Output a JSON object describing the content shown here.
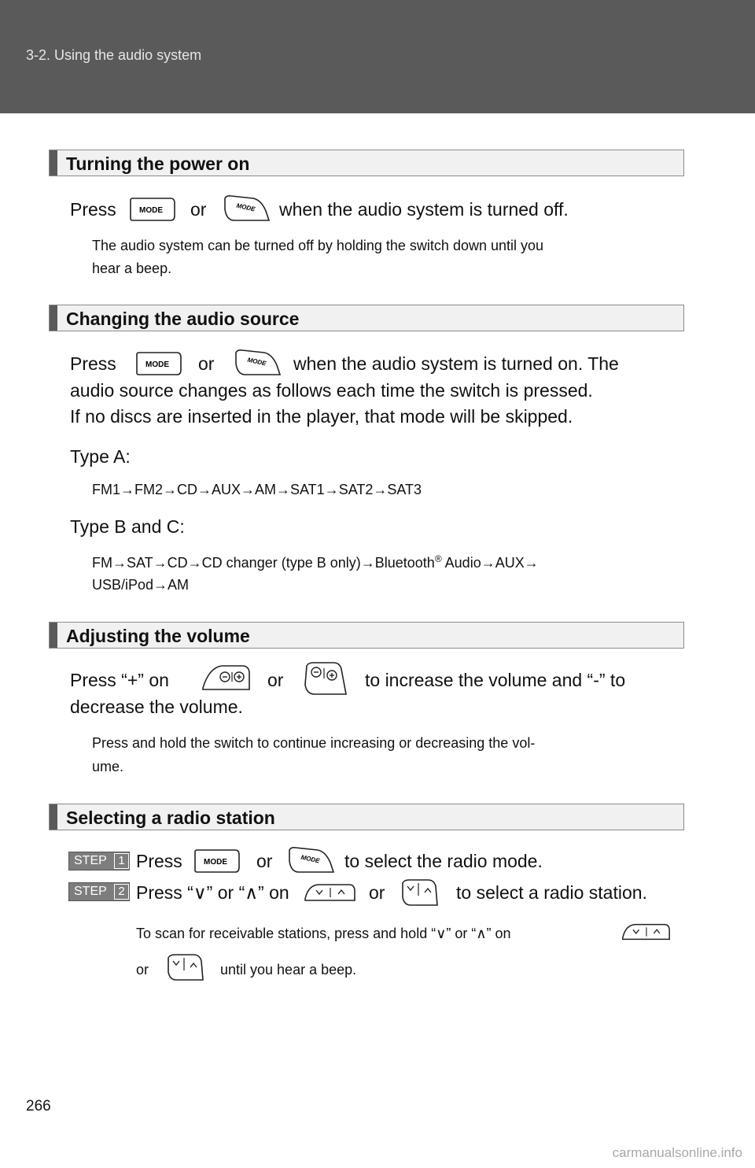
{
  "header": {
    "section": "3-2. Using the audio system"
  },
  "sections": {
    "power": {
      "title": "Turning the power on",
      "line_press": "Press",
      "line_or": "or",
      "line_rest": "when the audio system is turned off.",
      "note1": "The audio system can be turned off by holding the switch down until you",
      "note2": "hear a beep."
    },
    "source": {
      "title": "Changing the audio source",
      "line_press": "Press",
      "line_or": "or",
      "line_rest": "when the audio system is turned on. The",
      "line2": "audio source changes as follows each time the switch is pressed.",
      "line3": "If no discs are inserted in the player, that mode will be skipped.",
      "type_a_label": "Type A:",
      "type_a_flow": "FM1→FM2→CD→AUX→AM→SAT1→SAT2→SAT3",
      "type_bc_label": "Type B and C:",
      "type_bc_flow1a": "FM→SAT→CD→CD changer (type B only)→Bluetooth",
      "type_bc_reg": "®",
      "type_bc_flow1b": " Audio→AUX→",
      "type_bc_flow2": "USB/iPod→AM"
    },
    "volume": {
      "title": "Adjusting the volume",
      "line_press": "Press “+” on",
      "line_or": "or",
      "line_rest": "to increase the volume and “-” to",
      "line2": "decrease the volume.",
      "note1": "Press and hold the switch to continue increasing or decreasing the vol-",
      "note2": "ume."
    },
    "radio": {
      "title": "Selecting a radio station",
      "step_label": "STEP",
      "step1_num": "1",
      "step2_num": "2",
      "step1_press": "Press",
      "step1_or": "or",
      "step1_rest": "to select the radio mode.",
      "step2_press": "Press “∨” or “∧” on",
      "step2_or": "or",
      "step2_rest": "to select a radio station.",
      "note1": "To scan for receivable stations, press and hold “∨” or “∧” on",
      "note2_or": "or",
      "note2_rest": "until you hear a beep."
    }
  },
  "icons": {
    "mode_label": "MODE"
  },
  "page_number": "266",
  "watermark": "carmanualsonline.info"
}
